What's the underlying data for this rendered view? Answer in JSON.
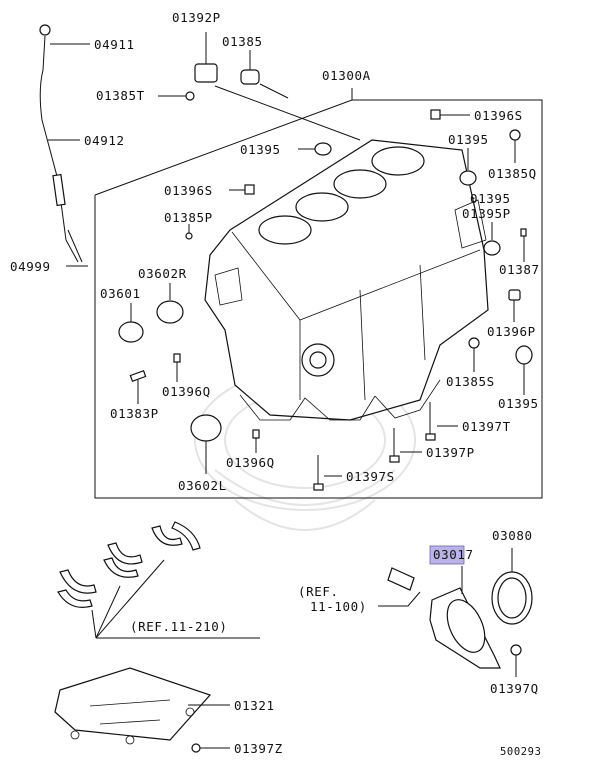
{
  "labels": {
    "p04911": "04911",
    "p01392P": "01392P",
    "p01385": "01385",
    "p01385T": "01385T",
    "p01300A": "01300A",
    "p04912": "04912",
    "p01396S_top": "01396S",
    "p01395_a": "01395",
    "p01395_b": "01395",
    "p01385Q": "01385Q",
    "p01396S_left": "01396S",
    "p01395_c": "01395",
    "p01385P": "01385P",
    "p01395P": "01395P",
    "p04999": "04999",
    "p03602R": "03602R",
    "p01387": "01387",
    "p03601": "03601",
    "p01396P": "01396P",
    "p01396Q_a": "01396Q",
    "p01385S": "01385S",
    "p01395_d": "01395",
    "p01383P": "01383P",
    "p01397T": "01397T",
    "p01397P": "01397P",
    "p01396Q_b": "01396Q",
    "p03602L": "03602L",
    "p01397S": "01397S",
    "p03080": "03080",
    "p03017": "03017",
    "ref_11_100_line1": "(REF.",
    "ref_11_100_line2": "11-100)",
    "ref_11_210": "(REF.11-210)",
    "p01321": "01321",
    "p01397Q": "01397Q",
    "p01397Z": "01397Z",
    "diagram_number": "500293"
  },
  "colors": {
    "highlight_fill": "#b9b3e8",
    "line": "#111111"
  }
}
